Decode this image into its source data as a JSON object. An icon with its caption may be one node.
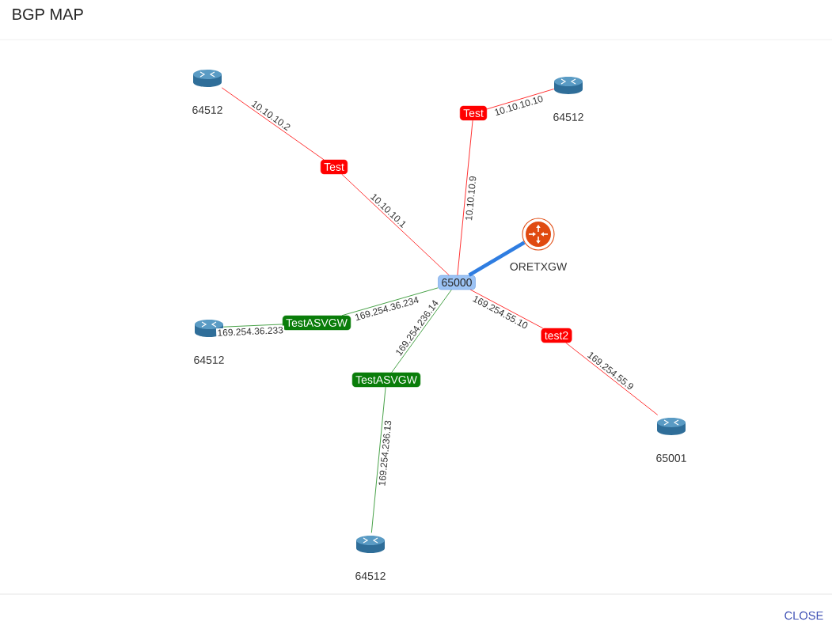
{
  "diagram": {
    "title": "BGP MAP",
    "nodes": [
      {
        "text": [
          "64512"
        ]
      },
      {
        "text": [
          "Test"
        ]
      },
      {
        "text": [
          "64512"
        ]
      },
      {
        "text": [
          "Test"
        ]
      },
      {
        "text": [
          "ORETXGW"
        ]
      },
      {
        "text": [
          "65000"
        ]
      },
      {
        "text": [
          "64512"
        ]
      },
      {
        "text": [
          "TestASVGW"
        ]
      },
      {
        "text": [
          "test2"
        ]
      },
      {
        "text": [
          "TestASVGW"
        ]
      },
      {
        "text": [
          "65001"
        ]
      },
      {
        "text": [
          "64512"
        ]
      }
    ],
    "edges": [
      {
        "from": 0,
        "to": 3,
        "arrow": "none",
        "label": "10.10.10.2"
      },
      {
        "from": 3,
        "to": 5,
        "arrow": "none",
        "label": "10.10.10.1"
      },
      {
        "from": 1,
        "to": 2,
        "arrow": "none",
        "label": "10.10.10.10"
      },
      {
        "from": 1,
        "to": 5,
        "arrow": "none",
        "label": "10.10.10.9"
      },
      {
        "from": 5,
        "to": 4,
        "arrow": "none",
        "style": "thick",
        "color": "#2f7de1"
      },
      {
        "from": 6,
        "to": 7,
        "arrow": "none",
        "label": "169.254.36.233",
        "color": "#1a8a1a"
      },
      {
        "from": 7,
        "to": 5,
        "arrow": "none",
        "label": "169.254.36.234",
        "color": "#1a8a1a"
      },
      {
        "from": 5,
        "to": 9,
        "arrow": "none",
        "label": "169.254.236.14",
        "color": "#1a8a1a"
      },
      {
        "from": 9,
        "to": 11,
        "arrow": "none",
        "label": "169.254.236.13",
        "color": "#1a8a1a"
      },
      {
        "from": 5,
        "to": 8,
        "arrow": "none",
        "label": "169.254.55.10"
      },
      {
        "from": 8,
        "to": 10,
        "arrow": "none",
        "label": "169.254.55.9"
      }
    ],
    "labels": [
      "CLOSE"
    ]
  }
}
